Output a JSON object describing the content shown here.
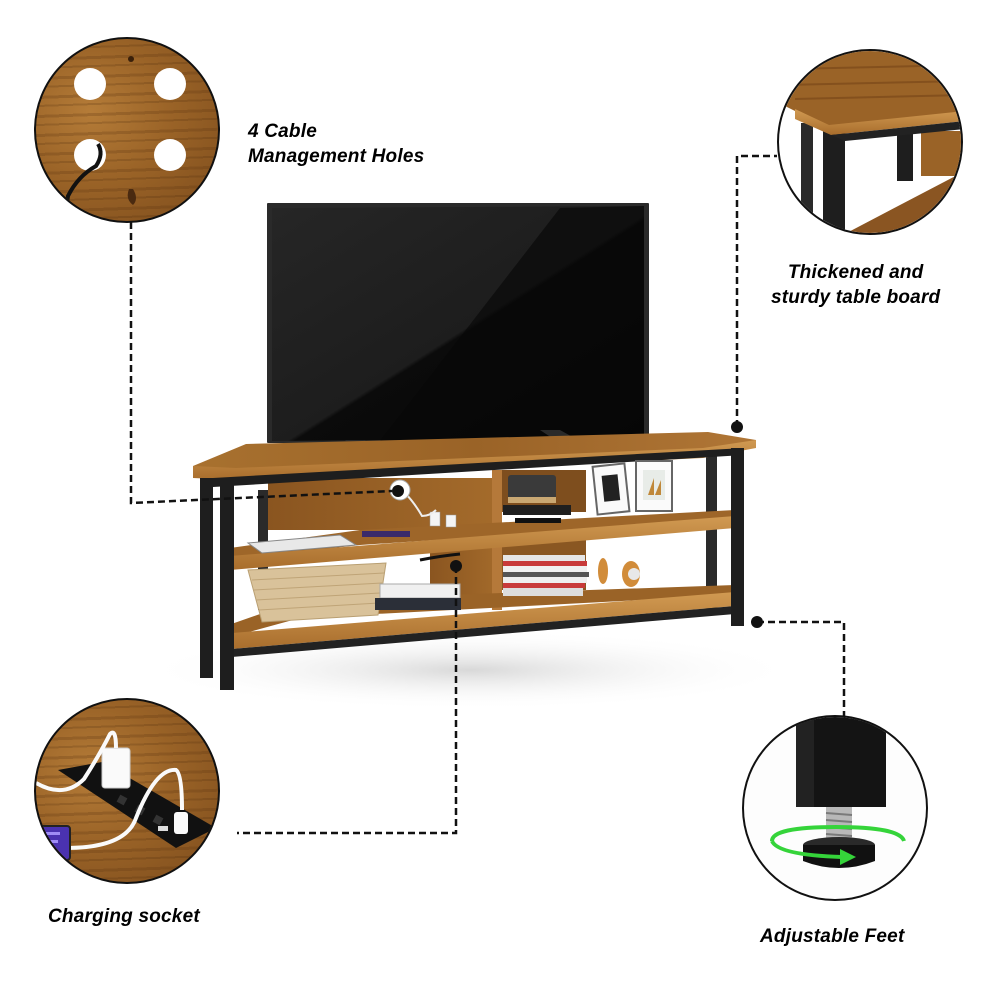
{
  "product": {
    "type": "Corner TV stand with 3 shelves and industrial metal frame",
    "colors": {
      "wood": "#9a6327",
      "wood_light": "#c08a45",
      "frame": "#1e1e1e",
      "tv_screen": "#121212",
      "highlight_arrow": "#35d43a",
      "leader_line": "#111111",
      "background": "#ffffff"
    }
  },
  "callouts": [
    {
      "id": "cable-holes",
      "label_line1": "4 Cable",
      "label_line2": "Management Holes",
      "icon": "cable-holes-icon",
      "hole_count": 4
    },
    {
      "id": "table-board",
      "label_line1": "Thickened and",
      "label_line2": "sturdy table board",
      "icon": "thick-board-icon"
    },
    {
      "id": "charging-socket",
      "label": "Charging socket",
      "icon": "power-strip-icon"
    },
    {
      "id": "adjustable-feet",
      "label": "Adjustable Feet",
      "icon": "adjustable-foot-icon"
    }
  ]
}
